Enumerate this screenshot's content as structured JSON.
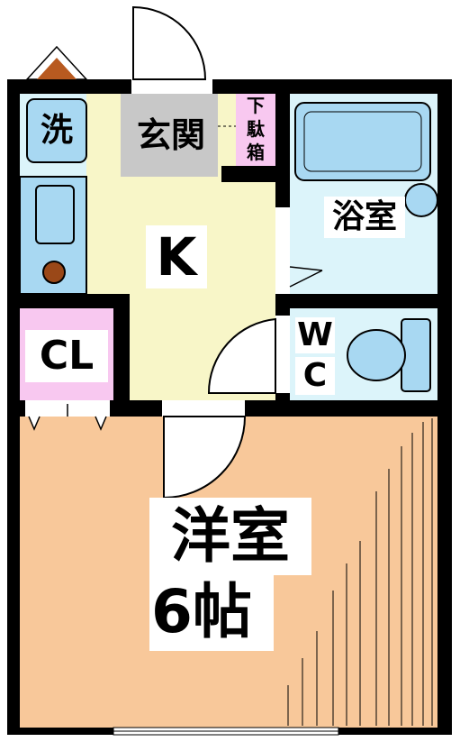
{
  "rooms": {
    "washer": "洗",
    "entrance": "玄関",
    "shoe_box": [
      "下",
      "駄",
      "箱"
    ],
    "bath": "浴室",
    "kitchen": "K",
    "closet": "CL",
    "toilet": [
      "W",
      "C"
    ],
    "western_room": "洋室",
    "western_room_size": "6帖"
  },
  "colors": {
    "wall": "#000000",
    "kitchen_floor": "#f8f6c8",
    "western_room_floor": "#f8c89a",
    "wet_area_floor": "#dcf4fa",
    "fixture_blue": "#a8d8f2",
    "closet_pink": "#f8c8f0",
    "entrance_gray": "#c8c8c8",
    "stove_brown": "#9a4818"
  }
}
